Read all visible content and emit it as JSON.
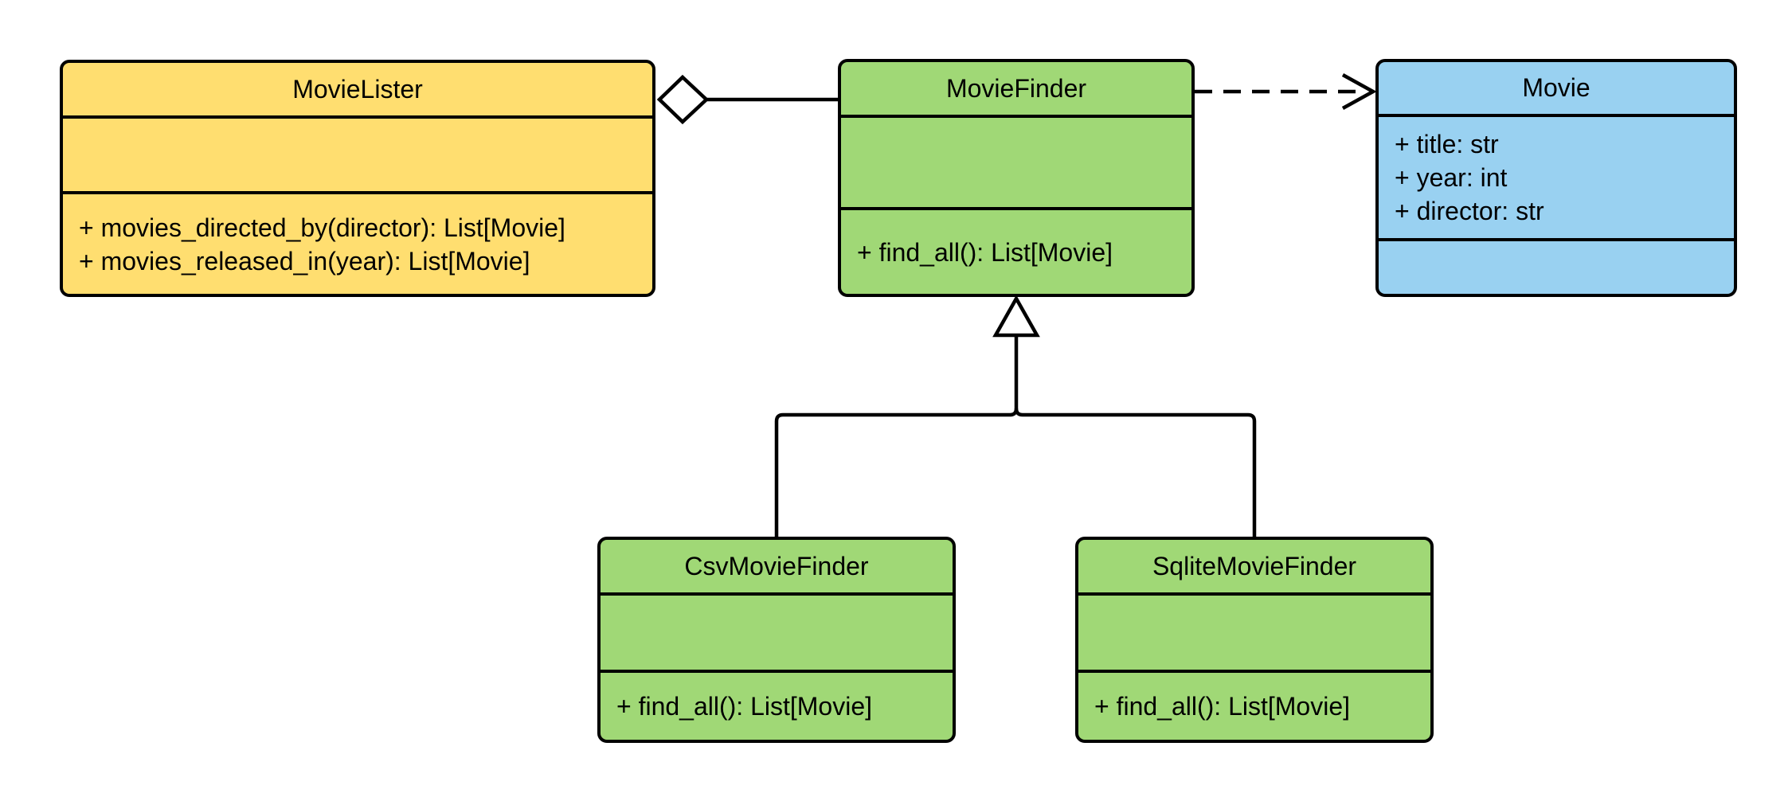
{
  "diagram": {
    "type": "uml-class-diagram",
    "classes": [
      {
        "name": "MovieLister",
        "attributes": [],
        "methods": [
          "+ movies_directed_by(director): List[Movie]",
          "+ movies_released_in(year): List[Movie]"
        ],
        "fill": "#FFDE70"
      },
      {
        "name": "MovieFinder",
        "attributes": [],
        "methods": [
          "+ find_all(): List[Movie]"
        ],
        "fill": "#A0D876"
      },
      {
        "name": "Movie",
        "attributes": [
          "+ title: str",
          "+ year: int",
          "+ director: str"
        ],
        "methods": [],
        "fill": "#99D1F1"
      },
      {
        "name": "CsvMovieFinder",
        "attributes": [],
        "methods": [
          "+ find_all(): List[Movie]"
        ],
        "fill": "#A0D876"
      },
      {
        "name": "SqliteMovieFinder",
        "attributes": [],
        "methods": [
          "+ find_all(): List[Movie]"
        ],
        "fill": "#A0D876"
      }
    ],
    "relationships": [
      {
        "type": "aggregation",
        "from": "MovieLister",
        "to": "MovieFinder",
        "line": "solid",
        "marker": "hollow-diamond"
      },
      {
        "type": "dependency",
        "from": "MovieFinder",
        "to": "Movie",
        "line": "dashed",
        "marker": "open-arrow"
      },
      {
        "type": "generalization",
        "from": "CsvMovieFinder",
        "to": "MovieFinder",
        "line": "solid",
        "marker": "hollow-triangle"
      },
      {
        "type": "generalization",
        "from": "SqliteMovieFinder",
        "to": "MovieFinder",
        "line": "solid",
        "marker": "hollow-triangle"
      }
    ],
    "colors": {
      "background": "#FFFFFF",
      "stroke": "#000000",
      "text": "#000000",
      "class_yellow": "#FFDE70",
      "class_green": "#A0D876",
      "class_blue": "#99D1F1"
    }
  }
}
